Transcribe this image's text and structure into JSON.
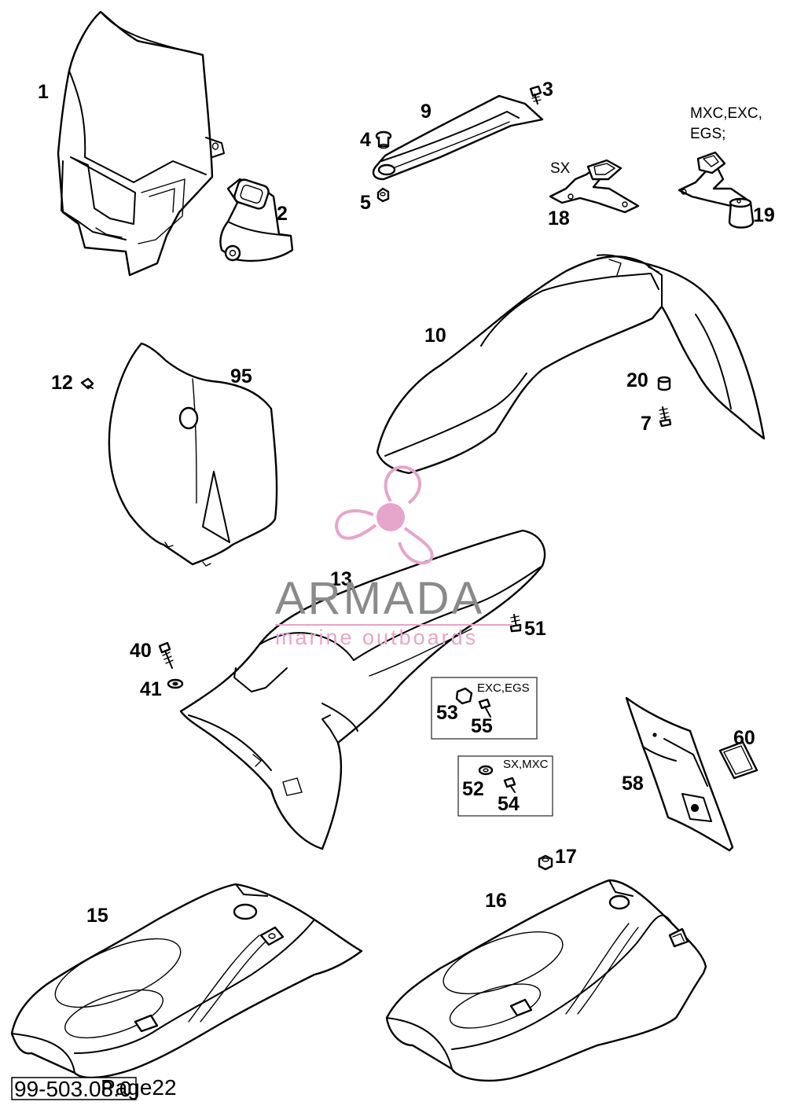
{
  "callouts": {
    "c1": "1",
    "c2": "2",
    "c3": "3",
    "c4": "4",
    "c5": "5",
    "c7": "7",
    "c9": "9",
    "c10": "10",
    "c12": "12",
    "c13": "13",
    "c15": "15",
    "c16": "16",
    "c17": "17",
    "c18": "18",
    "c19": "19",
    "c20": "20",
    "c40": "40",
    "c41": "41",
    "c51": "51",
    "c52": "52",
    "c53": "53",
    "c54": "54",
    "c55": "55",
    "c58": "58",
    "c60": "60",
    "c95": "95"
  },
  "notes": {
    "variant_19_line1": "MXC,EXC,",
    "variant_19_line2": "EGS;",
    "variant_18": "SX",
    "box_53_55": "EXC,EGS",
    "box_52_54": "SX,MXC"
  },
  "watermark": {
    "name": "ARMADA",
    "tagline": "marine outboards",
    "logo_color": "#e6a5cb",
    "text_color": "#8a8a8a"
  },
  "footer": {
    "drawing_code": "99-503.08.0",
    "page_label": "Page22"
  },
  "icons": {
    "logo": "propeller-logo-icon"
  }
}
